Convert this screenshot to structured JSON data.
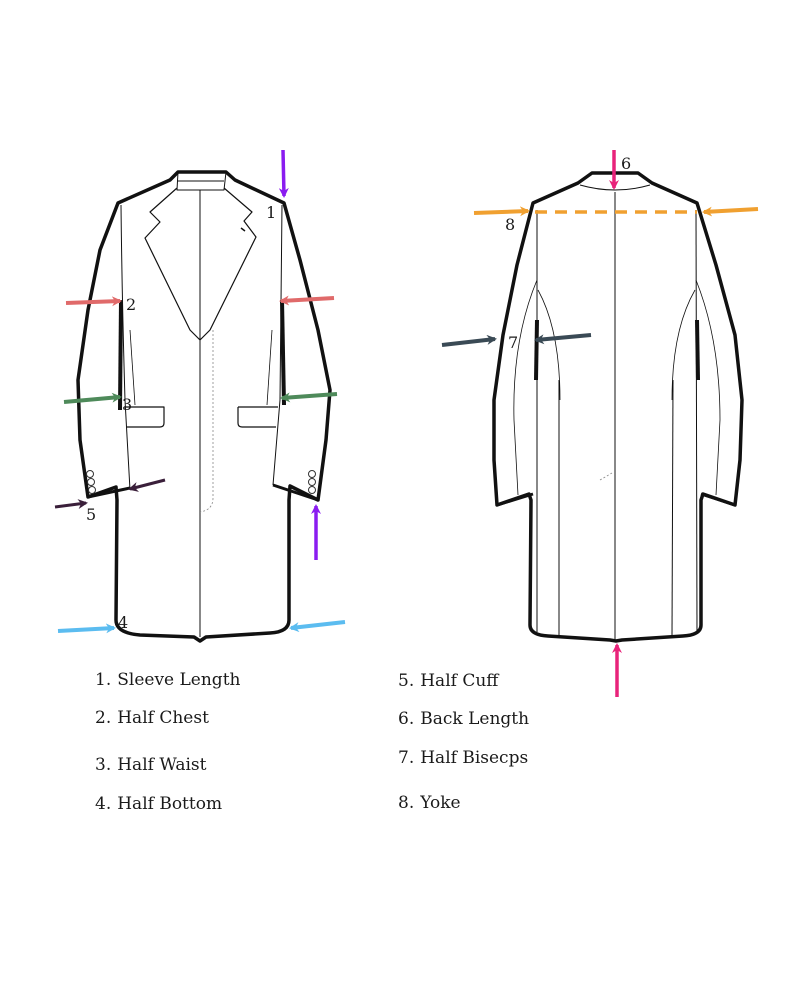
{
  "diagram": {
    "front_view": {
      "callouts": [
        {
          "id": "1",
          "label": "1",
          "arrow_color": "#8a1cf0"
        },
        {
          "id": "2",
          "label": "2",
          "arrow_color": "#e06a6a"
        },
        {
          "id": "3",
          "label": "3",
          "arrow_color": "#4e8a5a"
        },
        {
          "id": "4",
          "label": "4",
          "arrow_color": "#5bbcf0"
        },
        {
          "id": "5",
          "label": "5",
          "arrow_color": "#3a1f3a"
        }
      ]
    },
    "back_view": {
      "callouts": [
        {
          "id": "6",
          "label": "6",
          "arrow_color": "#e8237a"
        },
        {
          "id": "7",
          "label": "7",
          "arrow_color": "#3a4a55"
        },
        {
          "id": "8",
          "label": "8",
          "arrow_color": "#f0a030"
        }
      ]
    }
  },
  "legend": [
    {
      "num": "1.",
      "text": "Sleeve Length"
    },
    {
      "num": "2.",
      "text": "Half Chest"
    },
    {
      "num": "3.",
      "text": "Half Waist"
    },
    {
      "num": "4.",
      "text": "Half Bottom"
    },
    {
      "num": "5.",
      "text": "Half Cuff"
    },
    {
      "num": "6.",
      "text": "Back Length"
    },
    {
      "num": "7.",
      "text": "Half Bisecps"
    },
    {
      "num": "8.",
      "text": "Yoke"
    }
  ]
}
